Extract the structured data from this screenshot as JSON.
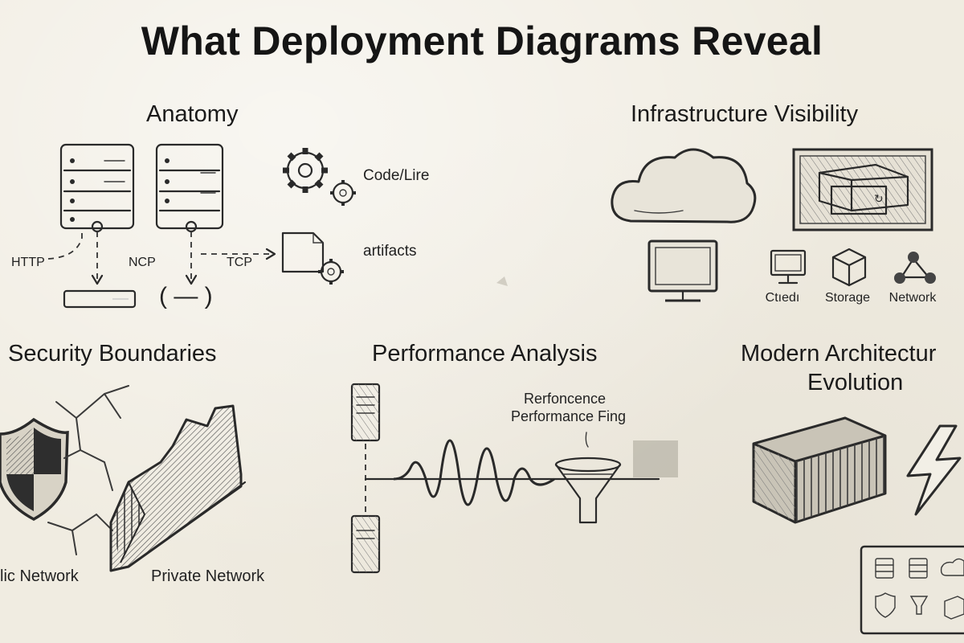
{
  "title": "What Deployment Diagrams Reveal",
  "sections": {
    "anatomy": {
      "heading": "Anatomy",
      "code_label": "Code/Lire",
      "artifacts_label": "artifacts",
      "protocols": [
        "HTTP",
        "NCP",
        "TCP"
      ],
      "bracket_label": "( — )"
    },
    "infrastructure": {
      "heading": "Infrastructure Visibility",
      "items": [
        "Ctıedı",
        "Storage",
        "Network"
      ]
    },
    "security": {
      "heading": "Security Boundaries",
      "public_label": "lic Network",
      "private_label": "Private Network"
    },
    "performance": {
      "heading": "Performance Analysis",
      "annotation_line1": "Rerfoncence",
      "annotation_line2": "Performance Fing"
    },
    "modern": {
      "heading_line1": "Modern Architectur",
      "heading_line2": "Evolution"
    }
  },
  "icons": [
    "server-icon",
    "gear-icon",
    "document-icon",
    "cloud-icon",
    "monitor-icon",
    "storage-box-icon",
    "network-icon",
    "shield-icon",
    "funnel-icon",
    "container-icon",
    "lightning-icon"
  ],
  "colors": {
    "paper": "#f0ece1",
    "ink": "#2a2a2a"
  }
}
